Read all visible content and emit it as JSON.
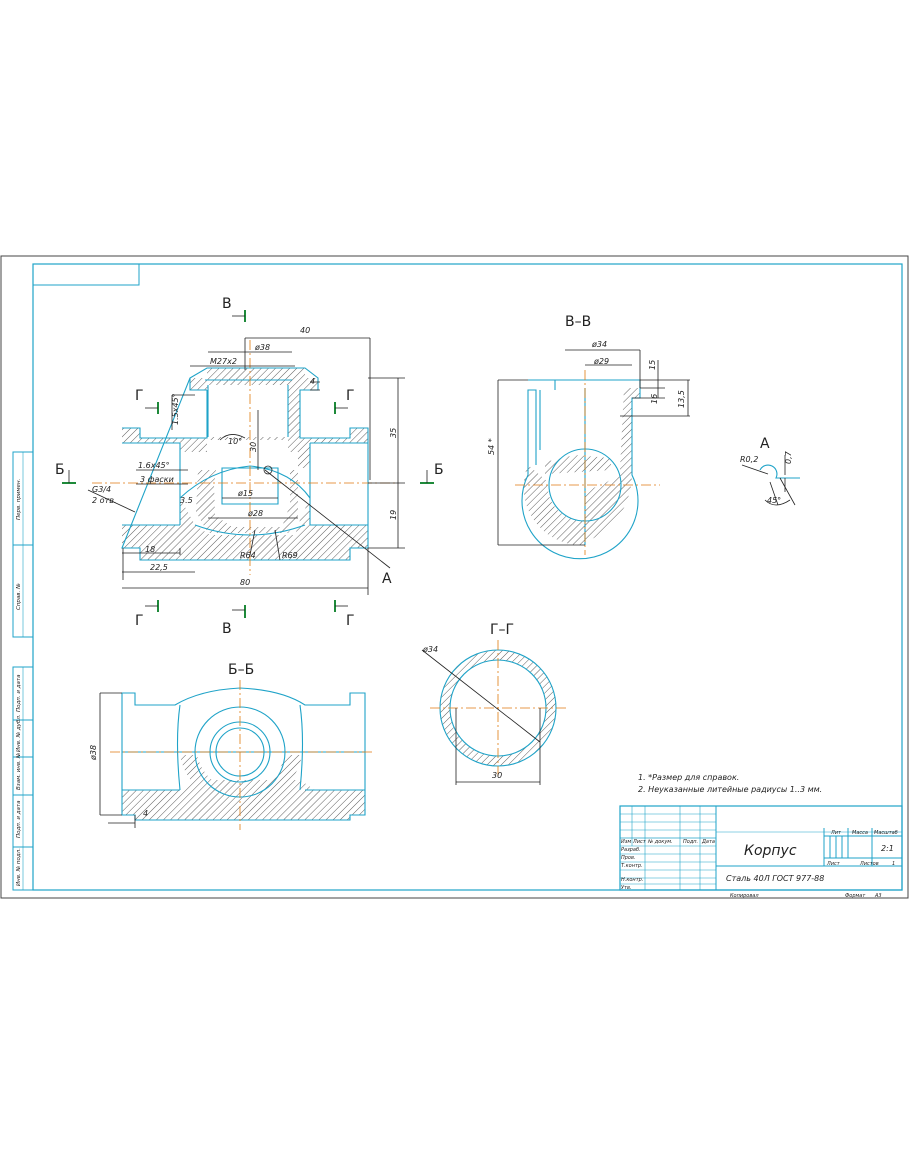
{
  "labels": {
    "section_v": "В",
    "section_g": "Г",
    "section_b": "Б",
    "view_vv": "В–В",
    "view_bb": "Б–Б",
    "view_gg": "Г–Г",
    "detail_a": "А"
  },
  "dims_main": {
    "d40": "40",
    "d38": "ø38",
    "m27": "M27x2",
    "d4": "4",
    "chamfer15": "1.5x45°",
    "d35": "35",
    "d10deg": "10°",
    "d30": "30",
    "chamfer16": "1.6x45°",
    "fask": "3 фаски",
    "g34": "G3/4",
    "otv": "2 отв.",
    "d15": "ø15",
    "d28": "ø28",
    "d3_5": "3.5",
    "d19": "19",
    "d18": "18",
    "d22_5": "22,5",
    "r64": "R64",
    "r69": "R69",
    "d80": "80"
  },
  "dims_vv": {
    "d34": "ø34",
    "d29": "ø29",
    "d54": "54 *",
    "d15": "15",
    "d16": "16",
    "d13_5": "13,5"
  },
  "dims_detail": {
    "r02": "R0,2",
    "d07": "0,7",
    "a45": "45°"
  },
  "dims_bb": {
    "d38": "ø38",
    "d4": "4"
  },
  "dims_gg": {
    "d34": "ø34",
    "d30": "30"
  },
  "notes": [
    "1. *Размер для справок.",
    "2. Неуказанные литейные радиусы 1..3 мм."
  ],
  "title_block": {
    "name": "Корпус",
    "material": "Сталь 40Л ГОСТ 977-88",
    "col_lit": "Лит",
    "col_mass": "Масса",
    "col_scale": "Масштаб",
    "scale": "2:1",
    "sheet": "Лист",
    "sheets": "Листов",
    "sheets_n": "1",
    "row_izm": "Изм",
    "row_list": "Лист",
    "row_doc": "№ докум.",
    "row_podp": "Подп.",
    "row_date": "Дата",
    "row_razrab": "Разраб.",
    "row_prov": "Пров.",
    "row_tkontr": "Т.контр.",
    "row_nkontr": "Н.контр.",
    "row_utv": "Утв.",
    "copied": "Копировал",
    "format": "Формат",
    "format_val": "А3"
  },
  "side_strip": [
    "Перв. примен.",
    "Справ. №",
    "Подп. и дата",
    "Инв. № дубл.",
    "Взам. инв. №",
    "Подп. и дата",
    "Инв. № подл."
  ]
}
